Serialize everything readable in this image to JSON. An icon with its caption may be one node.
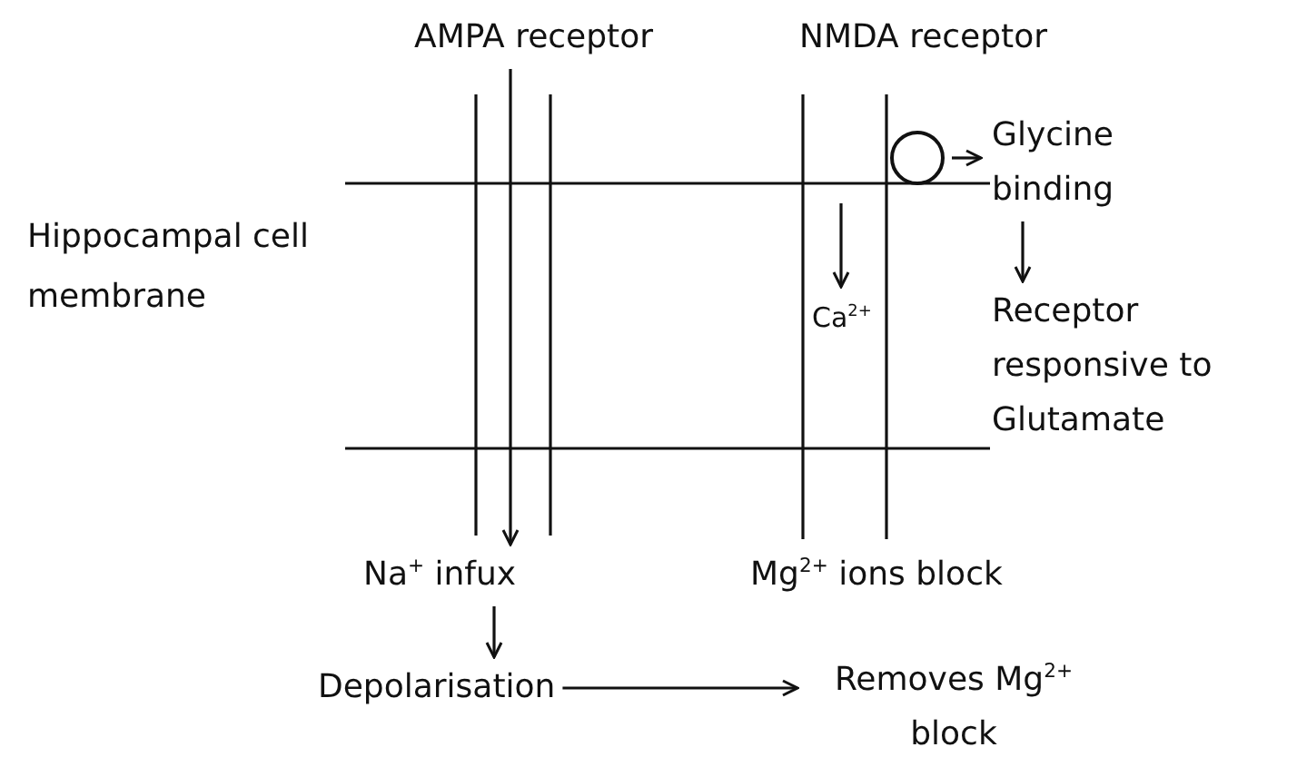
{
  "diagram": {
    "nodes": [
      {
        "text": [
          "AMPA receptor"
        ]
      },
      {
        "text": [
          "NMDA receptor"
        ]
      },
      {
        "text": [],
        "shape": "circle"
      },
      {
        "text": [
          "Glycine binding"
        ]
      },
      {
        "text": [
          "Receptor responsive to Glutamate"
        ]
      },
      {
        "text": [
          "Ca$^{2+}$"
        ]
      },
      {
        "text": [
          "Na$^{+}$ infux"
        ]
      },
      {
        "text": [
          "Mg$^{2+}$ ions block"
        ]
      },
      {
        "text": [
          "Depolarisation"
        ]
      },
      {
        "text": [
          "Removes Mg$^{2+}$ block"
        ]
      }
    ],
    "edges": [
      {
        "from": 0,
        "to": 6,
        "arrow": "to"
      },
      {
        "from": null,
        "to": 5,
        "arrow": "to"
      },
      {
        "from": 2,
        "to": 3,
        "arrow": "to"
      },
      {
        "from": 3,
        "to": 4,
        "arrow": "to"
      },
      {
        "from": 6,
        "to": 8,
        "arrow": "to"
      },
      {
        "from": 8,
        "to": 9,
        "arrow": "to"
      }
    ],
    "labels": [
      "Hippocampal cell membrane"
    ]
  }
}
